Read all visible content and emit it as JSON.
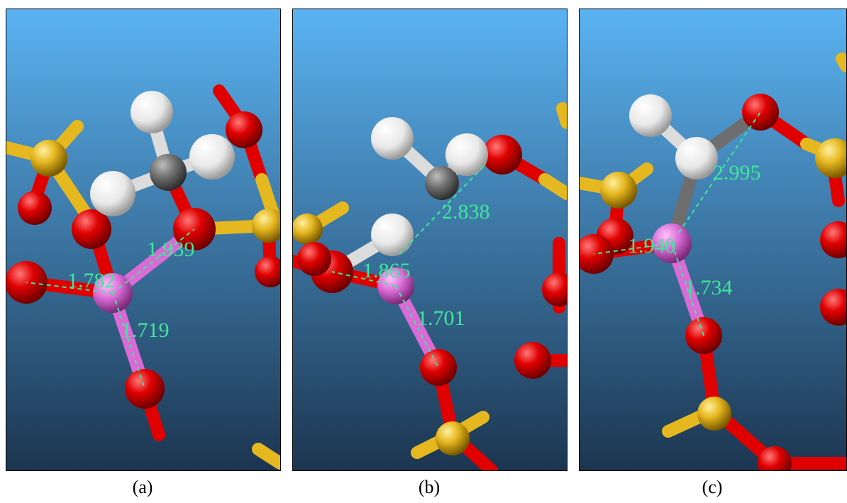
{
  "panels": [
    {
      "caption": "(a)",
      "distances": [
        "1.939",
        "1.782",
        "1.719"
      ]
    },
    {
      "caption": "(b)",
      "distances": [
        "2.838",
        "1.865",
        "1.701"
      ]
    },
    {
      "caption": "(c)",
      "distances": [
        "2.995",
        "1.940",
        "1.734"
      ]
    }
  ],
  "colors": {
    "background_top": "#5ab3f2",
    "background_bottom": "#1c3550",
    "oxygen": "#e00000",
    "silicon": "#e6b820",
    "hydrogen": "#f0f0f0",
    "carbon": "#6e6e6e",
    "aluminum": "#d96ad6",
    "distance_label": "#3ee89a"
  }
}
